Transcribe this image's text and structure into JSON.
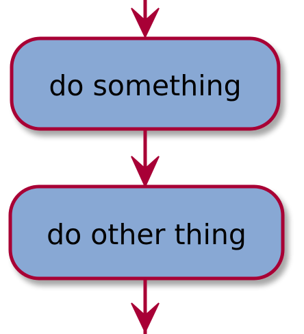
{
  "diagram": {
    "type": "activity-flow",
    "colors": {
      "node_fill": "#88a8d4",
      "node_border": "#a80036",
      "arrow": "#a80036",
      "shadow": "#bdbdbd",
      "text": "#000000",
      "background": "#ffffff"
    },
    "nodes": [
      {
        "label": "do something"
      },
      {
        "label": "do other thing"
      }
    ],
    "edges": [
      {
        "from": "",
        "to": "do something"
      },
      {
        "from": "do something",
        "to": "do other thing"
      },
      {
        "from": "do other thing",
        "to": ""
      }
    ]
  }
}
